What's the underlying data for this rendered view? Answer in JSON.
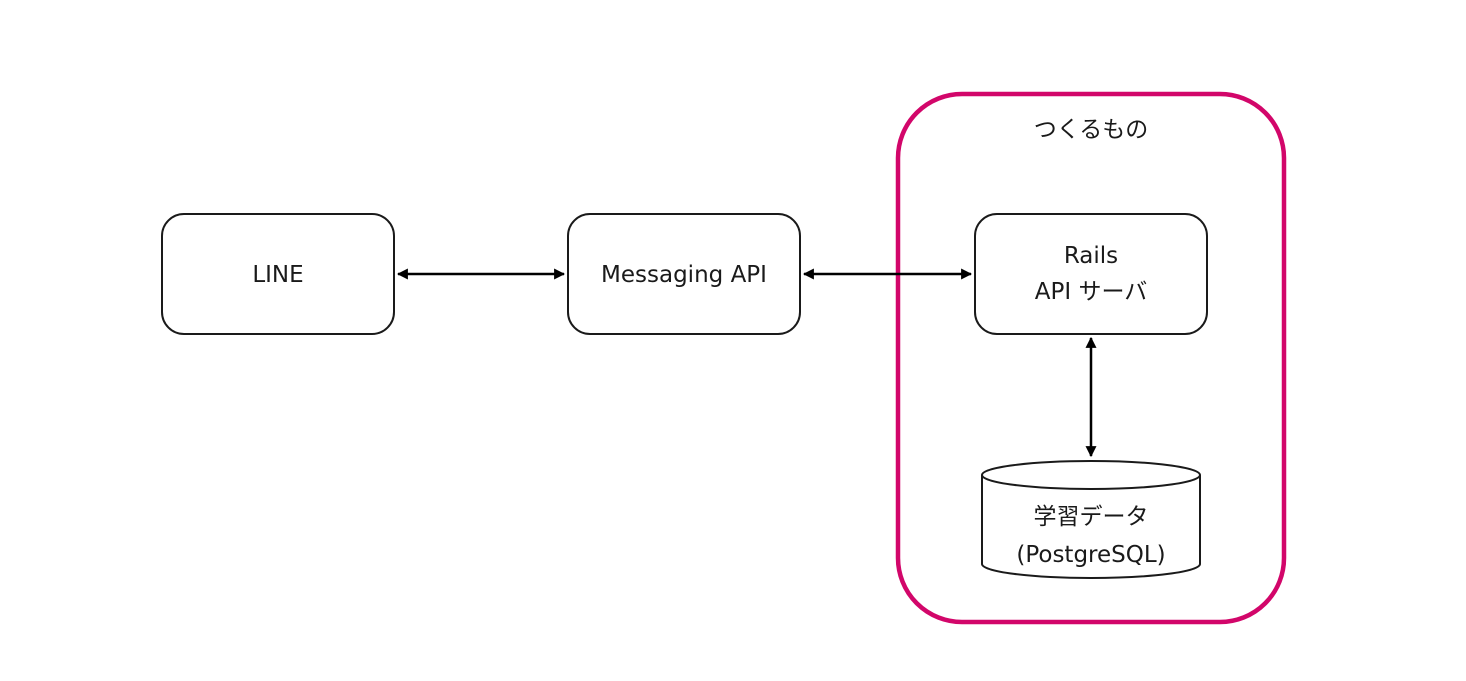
{
  "colors": {
    "group_border": "#d2066a",
    "node_border": "#1a1a1a",
    "arrow": "#000000",
    "text": "#1a1a1a"
  },
  "group": {
    "title": "つくるもの"
  },
  "nodes": {
    "line": {
      "label": "LINE"
    },
    "messaging_api": {
      "label": "Messaging API"
    },
    "rails_server": {
      "line1": "Rails",
      "line2": "API サーバ"
    },
    "database": {
      "line1": "学習データ",
      "line2": "(PostgreSQL)"
    }
  }
}
